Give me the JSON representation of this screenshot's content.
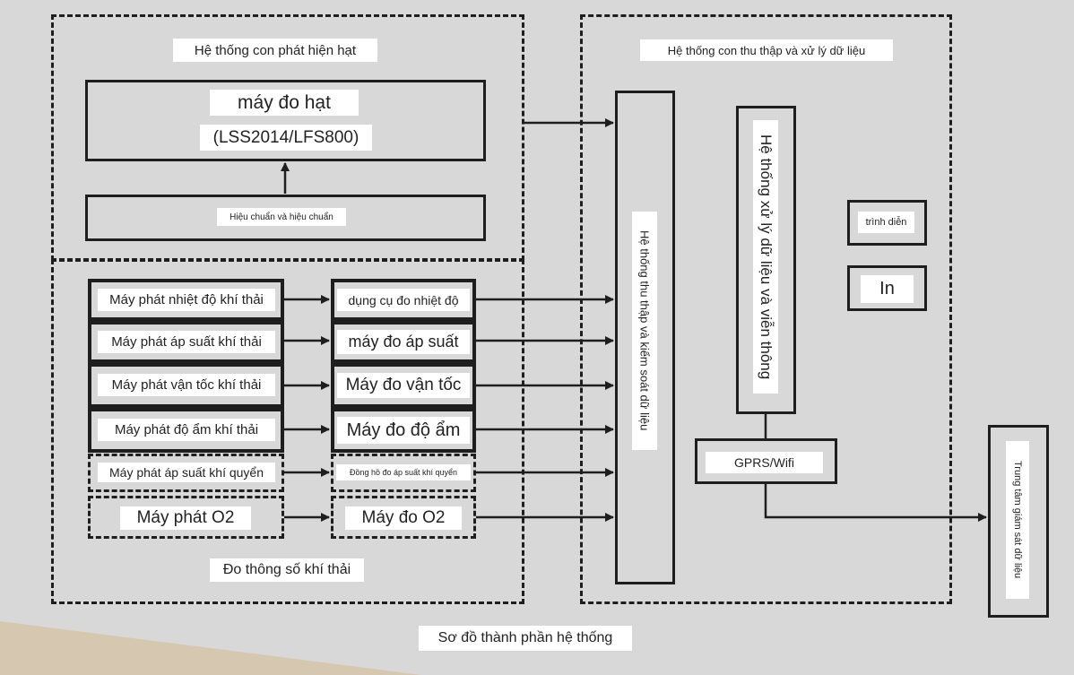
{
  "subsystems": {
    "particle_title": "Hệ thống con phát hiện hạt",
    "collection_title": "Hệ thống con thu thập và xử lý dữ liệu",
    "emission_title": "Đo thông số khí thải"
  },
  "particle": {
    "meter_name": "máy đo hạt",
    "meter_model": "(LSS2014/LFS800)",
    "calibration": "Hiệu chuẩn và hiệu chuẩn"
  },
  "transmitters": [
    "Máy phát nhiệt độ khí thải",
    "Máy phát áp suất khí thải",
    "Máy phát vận tốc khí thải",
    "Máy phát độ ẩm khí thải",
    "Máy phát áp suất khí quyển",
    "Máy phát O2"
  ],
  "meters": [
    "dụng cụ đo nhiệt độ",
    "máy đo áp suất",
    "Máy đo vận tốc",
    "Máy đo độ ẩm",
    "Đồng hồ đo áp suất khí quyển",
    "Máy đo O2"
  ],
  "collection": {
    "acquisition_control": "Hệ thống thu thập và kiểm soát dữ liệu",
    "processing_telecom": "Hệ thống xử lý dữ liệu và viễn thông",
    "display": "trình diễn",
    "print": "In",
    "gprs": "GPRS/Wifi"
  },
  "monitoring_center": "Trung tâm giám sát dữ liệu",
  "caption": "Sơ đồ thành phần hệ thống",
  "colors": {
    "background": "#d9d8d8",
    "accent_beige": "#d6c8b0",
    "line": "#1e1e1e"
  }
}
